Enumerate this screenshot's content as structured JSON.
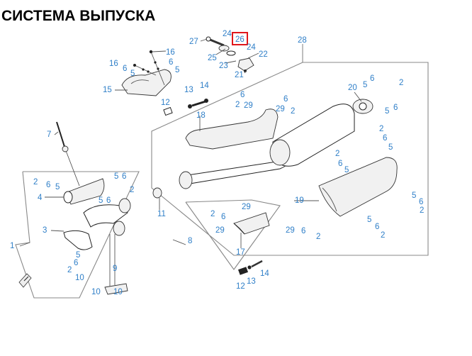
{
  "title": "СИСТЕМА ВЫПУСКА",
  "highlight": {
    "label": "26",
    "color": "#e0161b"
  },
  "label_color": "#2f7fc8",
  "callouts": [
    {
      "id": "c27",
      "label": "27"
    },
    {
      "id": "c24a",
      "label": "24"
    },
    {
      "id": "c26",
      "label": "26"
    },
    {
      "id": "c24b",
      "label": "24"
    },
    {
      "id": "c22",
      "label": "22"
    },
    {
      "id": "c25",
      "label": "25"
    },
    {
      "id": "c23",
      "label": "23"
    },
    {
      "id": "c21",
      "label": "21"
    },
    {
      "id": "c28",
      "label": "28"
    },
    {
      "id": "c16a",
      "label": "16"
    },
    {
      "id": "c16b",
      "label": "16"
    },
    {
      "id": "c6a",
      "label": "6"
    },
    {
      "id": "c6b",
      "label": "6"
    },
    {
      "id": "c5a",
      "label": "5"
    },
    {
      "id": "c5b",
      "label": "5"
    },
    {
      "id": "c15",
      "label": "15"
    },
    {
      "id": "c13a",
      "label": "13"
    },
    {
      "id": "c14a",
      "label": "14"
    },
    {
      "id": "c12a",
      "label": "12"
    },
    {
      "id": "c18",
      "label": "18"
    },
    {
      "id": "c2a",
      "label": "2"
    },
    {
      "id": "c6c",
      "label": "6"
    },
    {
      "id": "c29a",
      "label": "29"
    },
    {
      "id": "c6d",
      "label": "6"
    },
    {
      "id": "c29b",
      "label": "29"
    },
    {
      "id": "c2b",
      "label": "2"
    },
    {
      "id": "c20",
      "label": "20"
    },
    {
      "id": "c5c",
      "label": "5"
    },
    {
      "id": "c6e",
      "label": "6"
    },
    {
      "id": "c2c",
      "label": "2"
    },
    {
      "id": "c5d",
      "label": "5"
    },
    {
      "id": "c6f",
      "label": "6"
    },
    {
      "id": "c2d",
      "label": "2"
    },
    {
      "id": "c6g",
      "label": "6"
    },
    {
      "id": "c5e",
      "label": "5"
    },
    {
      "id": "c2e",
      "label": "2"
    },
    {
      "id": "c6h",
      "label": "6"
    },
    {
      "id": "c5f",
      "label": "5"
    },
    {
      "id": "c5g",
      "label": "5"
    },
    {
      "id": "c6i",
      "label": "6"
    },
    {
      "id": "c2f",
      "label": "2"
    },
    {
      "id": "c5h",
      "label": "5"
    },
    {
      "id": "c6j",
      "label": "6"
    },
    {
      "id": "c2g",
      "label": "2"
    },
    {
      "id": "c19",
      "label": "19"
    },
    {
      "id": "c7",
      "label": "7"
    },
    {
      "id": "c2h",
      "label": "2"
    },
    {
      "id": "c6k",
      "label": "6"
    },
    {
      "id": "c5i",
      "label": "5"
    },
    {
      "id": "c4",
      "label": "4"
    },
    {
      "id": "c5j",
      "label": "5"
    },
    {
      "id": "c6l",
      "label": "6"
    },
    {
      "id": "c2i",
      "label": "2"
    },
    {
      "id": "c5k",
      "label": "5"
    },
    {
      "id": "c6m",
      "label": "6"
    },
    {
      "id": "c11",
      "label": "11"
    },
    {
      "id": "c3",
      "label": "3"
    },
    {
      "id": "c1",
      "label": "1"
    },
    {
      "id": "c5l",
      "label": "5"
    },
    {
      "id": "c6n",
      "label": "6"
    },
    {
      "id": "c2j",
      "label": "2"
    },
    {
      "id": "c9",
      "label": "9"
    },
    {
      "id": "c10a",
      "label": "10"
    },
    {
      "id": "c10b",
      "label": "10"
    },
    {
      "id": "c10c",
      "label": "10"
    },
    {
      "id": "c8",
      "label": "8"
    },
    {
      "id": "c2k",
      "label": "2"
    },
    {
      "id": "c6o",
      "label": "6"
    },
    {
      "id": "c29c",
      "label": "29"
    },
    {
      "id": "c29d",
      "label": "29"
    },
    {
      "id": "c17",
      "label": "17"
    },
    {
      "id": "c29e",
      "label": "29"
    },
    {
      "id": "c6p",
      "label": "6"
    },
    {
      "id": "c2l",
      "label": "2"
    },
    {
      "id": "c14b",
      "label": "14"
    },
    {
      "id": "c13b",
      "label": "13"
    },
    {
      "id": "c12b",
      "label": "12"
    }
  ]
}
